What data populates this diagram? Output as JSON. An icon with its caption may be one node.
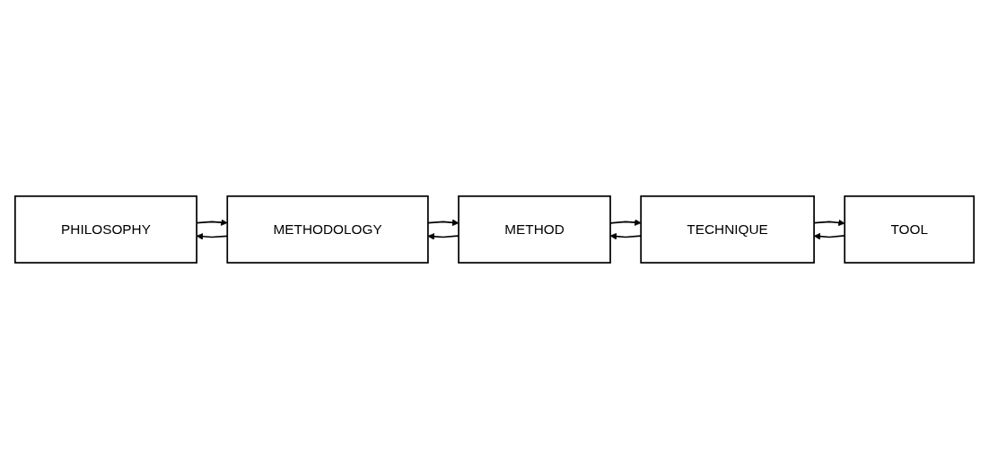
{
  "diagram": {
    "nodes": [
      {
        "text": [
          "PHILOSOPHY"
        ]
      },
      {
        "text": [
          "METHODOLOGY"
        ]
      },
      {
        "text": [
          "METHOD"
        ]
      },
      {
        "text": [
          "TECHNIQUE"
        ]
      },
      {
        "text": [
          "TOOL"
        ]
      }
    ],
    "edges": [
      {
        "from": 0,
        "to": 1,
        "arrow": "to"
      },
      {
        "from": 1,
        "to": 2,
        "arrow": "to"
      },
      {
        "from": 2,
        "to": 3,
        "arrow": "to"
      },
      {
        "from": 3,
        "to": 4,
        "arrow": "to"
      },
      {
        "from": 1,
        "to": 0,
        "arrow": "to"
      },
      {
        "from": 2,
        "to": 1,
        "arrow": "to"
      },
      {
        "from": 3,
        "to": 2,
        "arrow": "to"
      },
      {
        "from": 4,
        "to": 3,
        "arrow": "to"
      }
    ]
  }
}
